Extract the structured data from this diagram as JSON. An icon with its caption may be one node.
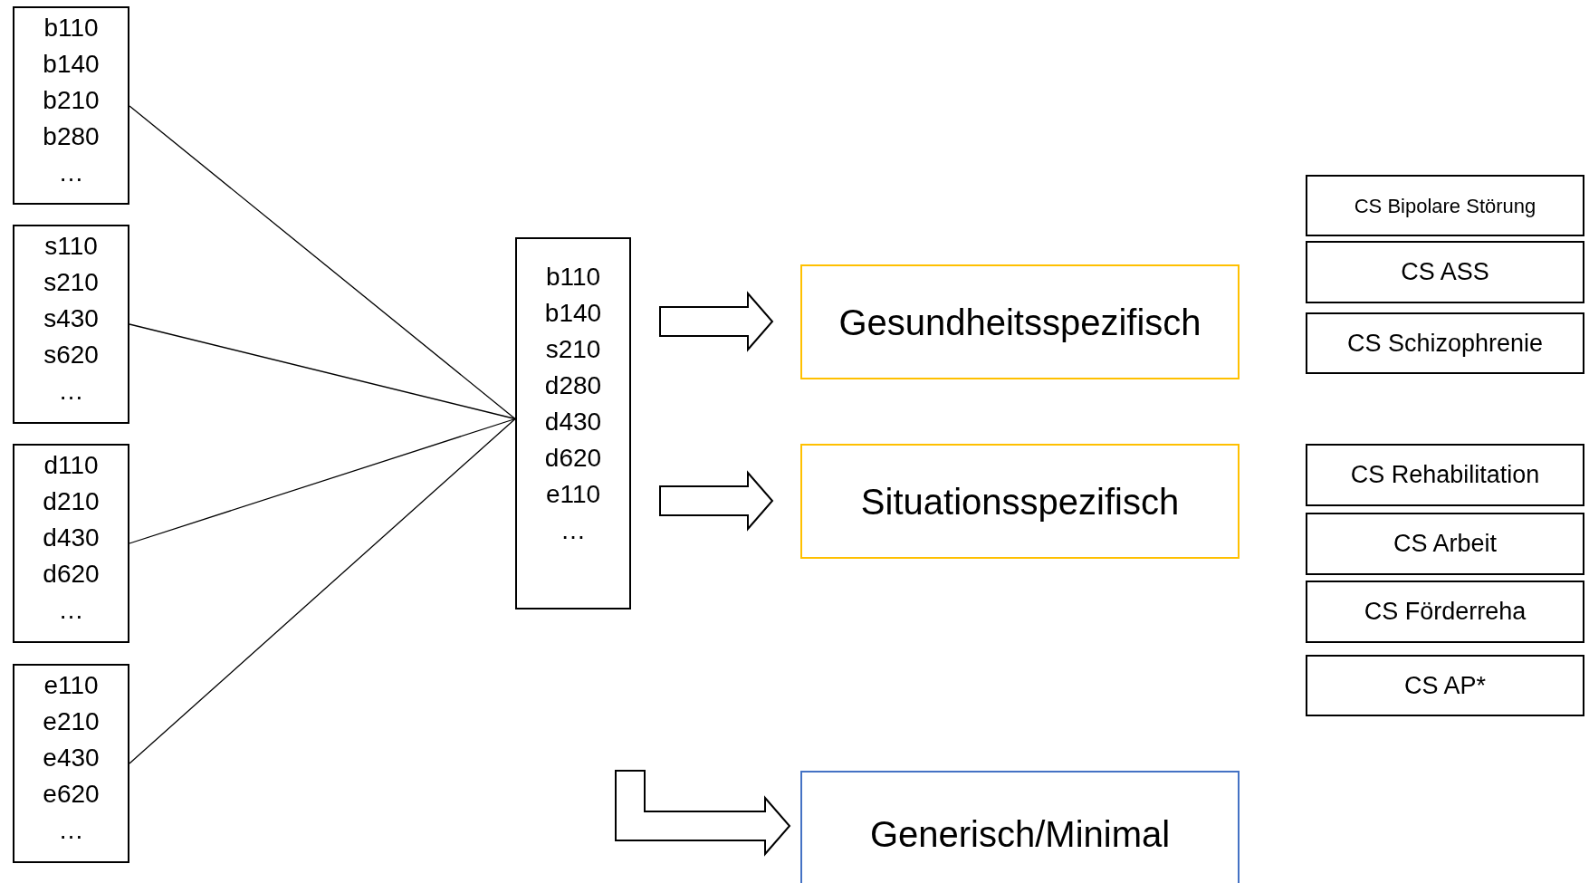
{
  "diagram": {
    "nodes": [
      {
        "text": [
          "b110",
          "b140",
          "b210",
          "b280",
          "…"
        ]
      },
      {
        "text": [
          "s110",
          "s210",
          "s430",
          "s620",
          "…"
        ]
      },
      {
        "text": [
          "d110",
          "d210",
          "d430",
          "d620",
          "…"
        ]
      },
      {
        "text": [
          "e110",
          "e210",
          "e430",
          "e620",
          "…"
        ]
      },
      {
        "text": [
          "b110",
          "b140",
          "s210",
          "d280",
          "d430",
          "d620",
          "e110",
          "…"
        ]
      },
      {
        "text": [
          "Gesundheitsspezifisch"
        ]
      },
      {
        "text": [
          "Situationsspezifisch"
        ]
      },
      {
        "text": [
          "Generisch/Minimal"
        ]
      },
      {
        "text": [
          "CS Bipolare Störung"
        ]
      },
      {
        "text": [
          "CS ASS"
        ]
      },
      {
        "text": [
          "CS Schizophrenie"
        ]
      },
      {
        "text": [
          "CS Rehabilitation"
        ]
      },
      {
        "text": [
          "CS Arbeit"
        ]
      },
      {
        "text": [
          "CS Förderreha"
        ]
      },
      {
        "text": [
          "CS AP*"
        ]
      }
    ],
    "edges": [
      {
        "from": 0,
        "to": 4,
        "arrow": "none"
      },
      {
        "from": 1,
        "to": 4,
        "arrow": "none"
      },
      {
        "from": 2,
        "to": 4,
        "arrow": "none"
      },
      {
        "from": 3,
        "to": 4,
        "arrow": "none"
      },
      {
        "from": 4,
        "to": 5,
        "arrow": "to",
        "style": "thick"
      },
      {
        "from": 4,
        "to": 6,
        "arrow": "to",
        "style": "thick"
      },
      {
        "from": null,
        "to": 7,
        "arrow": "to",
        "style": "thick"
      }
    ]
  }
}
